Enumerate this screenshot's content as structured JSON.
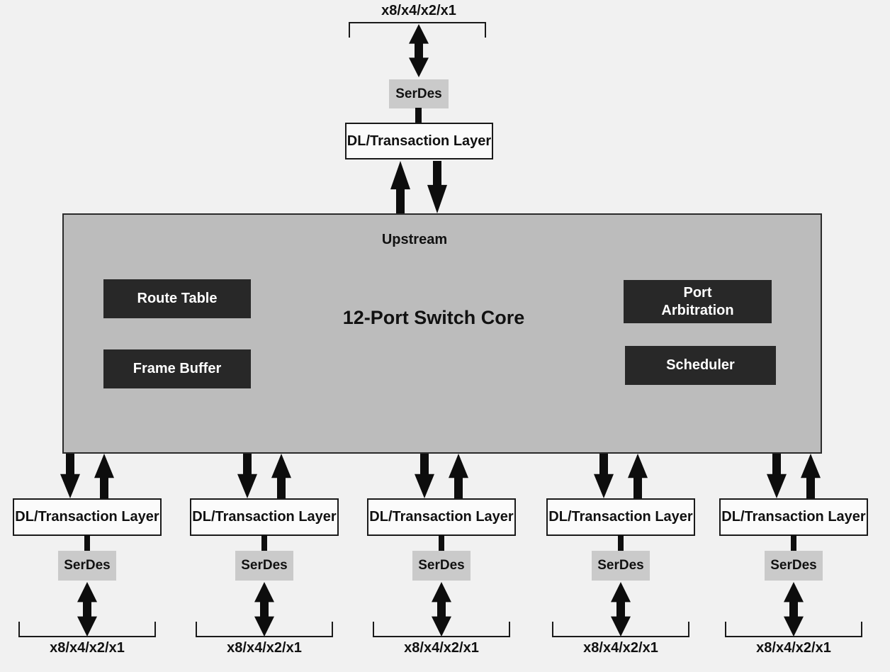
{
  "diagram": {
    "core": {
      "title": "12-Port Switch Core",
      "port_label": "Upstream",
      "blocks": [
        {
          "name": "route-table",
          "label": "Route Table"
        },
        {
          "name": "frame-buffer",
          "label": "Frame Buffer"
        },
        {
          "name": "port-arbitration",
          "label": "Port\nArbitration"
        },
        {
          "name": "scheduler",
          "label": "Scheduler"
        }
      ]
    },
    "upstream_port": {
      "lane_label": "x8/x4/x2/x1",
      "serdes_label": "SerDes",
      "dl_label": "DL/Transaction Layer"
    },
    "downstream_ports": [
      {
        "dl_label": "DL/Transaction Layer",
        "serdes_label": "SerDes",
        "lane_label": "x8/x4/x2/x1"
      },
      {
        "dl_label": "DL/Transaction Layer",
        "serdes_label": "SerDes",
        "lane_label": "x8/x4/x2/x1"
      },
      {
        "dl_label": "DL/Transaction Layer",
        "serdes_label": "SerDes",
        "lane_label": "x8/x4/x2/x1"
      },
      {
        "dl_label": "DL/Transaction Layer",
        "serdes_label": "SerDes",
        "lane_label": "x8/x4/x2/x1"
      },
      {
        "dl_label": "DL/Transaction Layer",
        "serdes_label": "SerDes",
        "lane_label": "x8/x4/x2/x1"
      }
    ],
    "icons": {
      "up_arrow": "up-arrow-icon",
      "down_arrow": "down-arrow-icon",
      "double_arrow": "double-arrow-icon"
    },
    "colors": {
      "background": "#f1f1f1",
      "core_fill": "#bcbcbc",
      "serdes_fill": "#cacaca",
      "block_fill": "#282828",
      "block_text": "#ffffff",
      "line": "#111111"
    }
  }
}
